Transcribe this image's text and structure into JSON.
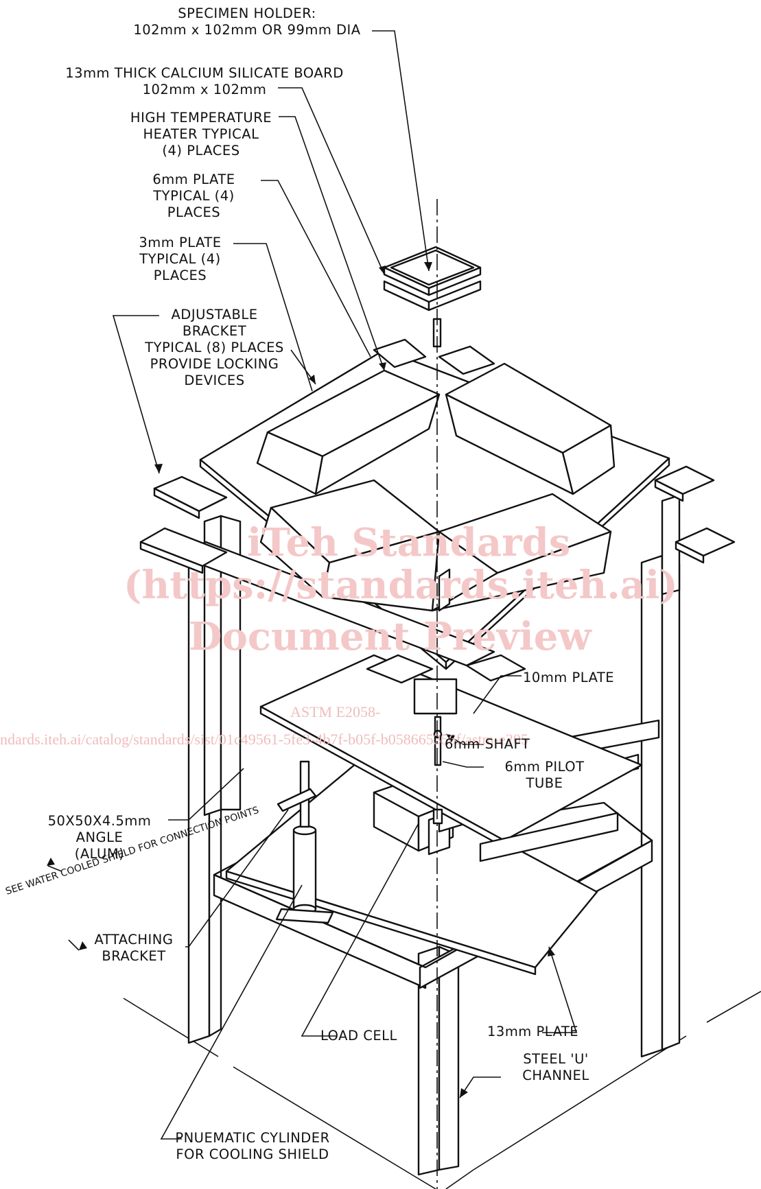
{
  "labels": {
    "specimen_holder": [
      "SPECIMEN HOLDER:",
      "102mm x 102mm OR 99mm DIA"
    ],
    "calcium_board": [
      "13mm THICK CALCIUM SILICATE BOARD",
      "102mm x 102mm"
    ],
    "heater": [
      "HIGH TEMPERATURE",
      "HEATER TYPICAL",
      "(4) PLACES"
    ],
    "plate_6mm": [
      "6mm PLATE",
      "TYPICAL (4)",
      "PLACES"
    ],
    "plate_3mm": [
      "3mm PLATE",
      "TYPICAL (4)",
      "PLACES"
    ],
    "bracket": [
      "ADJUSTABLE",
      "BRACKET",
      "TYPICAL (8) PLACES",
      "PROVIDE LOCKING",
      "DEVICES"
    ],
    "plate_10mm": "10mm PLATE",
    "shaft": "6mm SHAFT",
    "pilot_tube": [
      "6mm PILOT",
      "TUBE"
    ],
    "angle": [
      "50X50X4.5mm",
      "ANGLE",
      "(ALUM)"
    ],
    "water_note": [
      "SEE WATER",
      "COOLED SHIELD",
      "FOR CONNECTION",
      "POINTS"
    ],
    "attaching_bracket": [
      "ATTACHING",
      "BRACKET"
    ],
    "load_cell": "LOAD CELL",
    "plate_13mm": "13mm PLATE",
    "u_channel": [
      "STEEL 'U'",
      "CHANNEL"
    ],
    "pneumatic": [
      "PNUEMATIC CYLINDER",
      "FOR COOLING SHIELD"
    ]
  },
  "watermark": {
    "line1": "iTeh Standards",
    "line2": "(https://standards.iteh.ai)",
    "line3": "Document Preview",
    "line4": "ASTM E2058-",
    "url": "ndards.iteh.ai/catalog/standards/sist/01c49561-5fe3-4b7f-b05f-b058665356f/astm-e205"
  },
  "colors": {
    "ink": "#111111",
    "watermark": "#f4c8c8"
  }
}
